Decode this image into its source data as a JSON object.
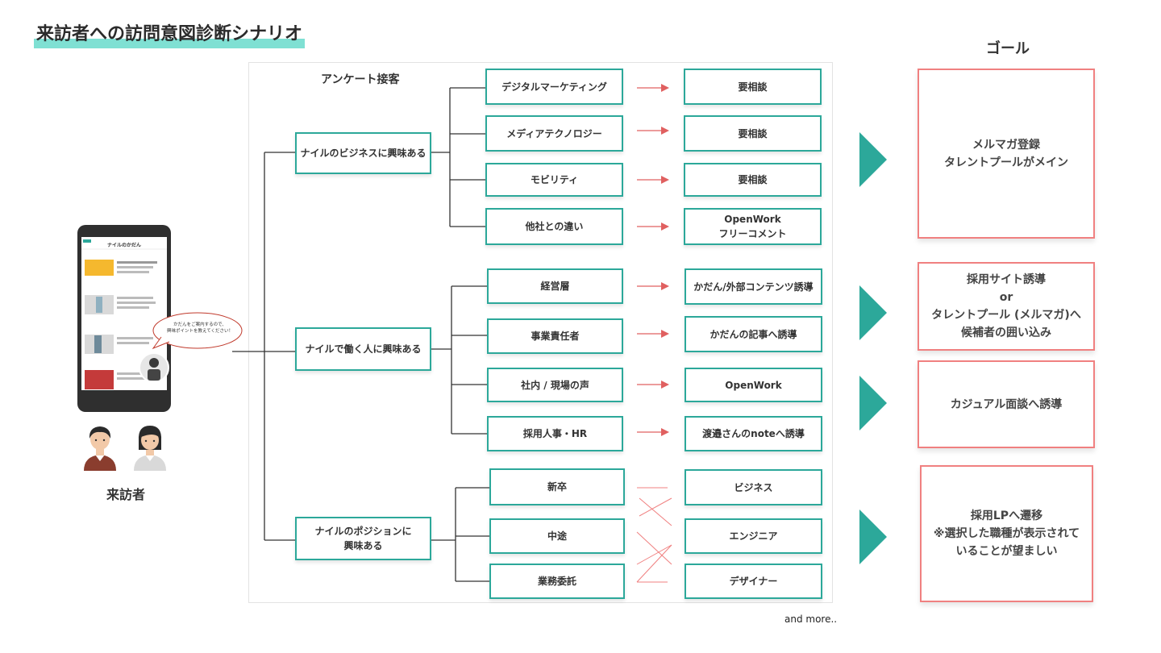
{
  "title": "来訪者への訪問意図診断シナリオ",
  "goal_heading": "ゴール",
  "panel_label": "アンケート接客",
  "visitor": {
    "label": "来訪者",
    "bubble_text": "かだんをご案内するので、\n興味ポイントを教えてください！",
    "phone_header": "ナイルのかだん"
  },
  "groups": [
    {
      "name": "ナイルのビジネスに興味ある",
      "options": [
        {
          "label": "デジタルマーケティング",
          "result": "要相談"
        },
        {
          "label": "メディアテクノロジー",
          "result": "要相談"
        },
        {
          "label": "モビリティ",
          "result": "要相談"
        },
        {
          "label": "他社との違い",
          "result": "OpenWork\nフリーコメント"
        }
      ]
    },
    {
      "name": "ナイルで働く人に興味ある",
      "options": [
        {
          "label": "経営層",
          "result": "かだん/外部コンテンツ誘導"
        },
        {
          "label": "事業責任者",
          "result": "かだんの記事へ誘導"
        },
        {
          "label": "社内 / 現場の声",
          "result": "OpenWork"
        },
        {
          "label": "採用人事・HR",
          "result": "渡邉さんのnoteへ誘導"
        }
      ]
    },
    {
      "name": "ナイルのポジションに\n興味ある",
      "options": [
        {
          "label": "新卒",
          "result": "ビジネス"
        },
        {
          "label": "中途",
          "result": "エンジニア"
        },
        {
          "label": "業務委託",
          "result": "デザイナー"
        }
      ]
    }
  ],
  "goals": [
    "メルマガ登録\nタレントプールがメイン",
    "採用サイト誘導\nor\nタレントプール (メルマガ)へ\n候補者の囲い込み",
    "カジュアル面談へ誘導",
    "採用LPへ遷移\n※選択した職種が表示されて\nいることが望ましい"
  ],
  "footer_note": "and more..",
  "colors": {
    "teal": "#2ca89a",
    "coral": "#f08080",
    "highlight": "#7fe0d3"
  }
}
